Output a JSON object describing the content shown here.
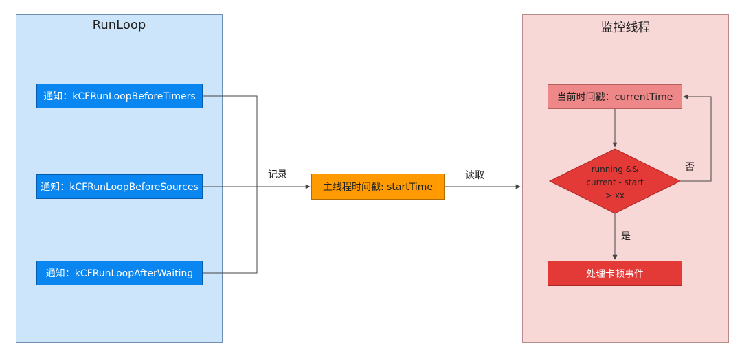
{
  "runloop": {
    "title": "RunLoop",
    "notifications": [
      "通知：kCFRunLoopBeforeTimers",
      "通知：kCFRunLoopBeforeSources",
      "通知：kCFRunLoopAfterWaiting"
    ]
  },
  "main_timestamp": "主线程时间戳: startTime",
  "edge_labels": {
    "record": "记录",
    "read": "读取",
    "no": "否",
    "yes": "是"
  },
  "monitor": {
    "title": "监控线程",
    "current_time": "当前时间戳：currentTime",
    "condition_lines": [
      "running &&",
      "current - start",
      "> xx"
    ],
    "handle_stall": "处理卡顿事件"
  },
  "colors": {
    "runloop_panel": "#cce5fb",
    "monitor_panel": "#f8d7d7",
    "notify_box": "#0a86f1",
    "timestamp_box": "#ff9b00",
    "current_time_box": "#ee8888",
    "decision": "#e43a37",
    "stall_box": "#e43a37"
  }
}
